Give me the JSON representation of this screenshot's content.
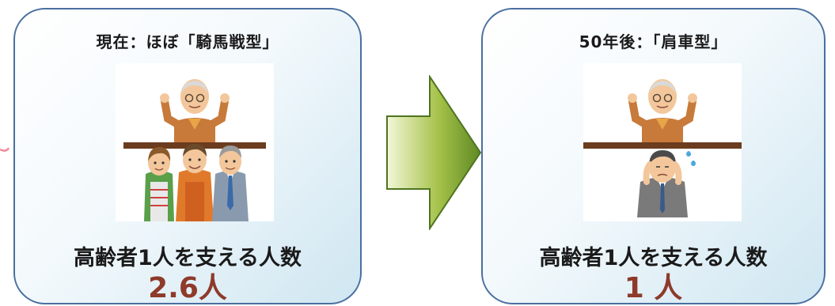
{
  "left_panel": {
    "title": "現在：ほぼ「騎馬戦型」",
    "caption": "高齢者1人を支える人数",
    "value": "2.6人"
  },
  "right_panel": {
    "title": "50年後：「肩車型」",
    "caption": "高齢者1人を支える人数",
    "value": "1 人"
  },
  "icons": [
    "elderly-man-icon",
    "female-worker-icon",
    "male-worker-icon",
    "businessman-icon",
    "worried-businessman-icon",
    "right-arrow-icon"
  ],
  "colors": {
    "panel_border": "#4a6fa0",
    "value_text": "#8e3a2a",
    "arrow_fill": "#6e9a2a",
    "plank": "#6b3c1e"
  }
}
